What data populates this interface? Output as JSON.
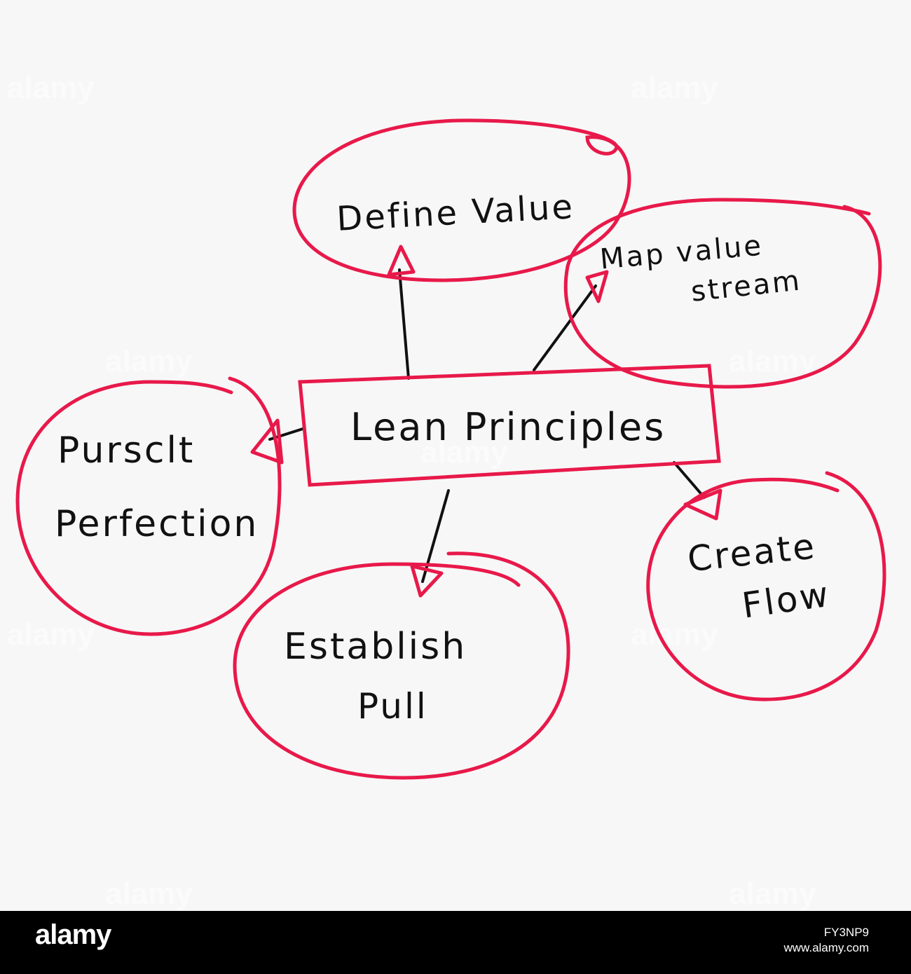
{
  "diagram": {
    "center_label": "Lean Principles",
    "nodes": {
      "define_value": "Define Value",
      "map_value_stream": [
        "Map value",
        "stream"
      ],
      "pursuit_perfection": [
        "Pursclt",
        "Perfection"
      ],
      "establish_pull": [
        "Establish",
        "Pull"
      ],
      "create_flow": [
        "Create",
        "Flow"
      ]
    },
    "colors": {
      "outline": "#e8194a",
      "ink": "#111111",
      "paper": "#f7f7f7"
    }
  },
  "watermark": "alamy",
  "footer": {
    "logo": "alamy",
    "image_id": "FY3NP9",
    "site": "www.alamy.com"
  }
}
